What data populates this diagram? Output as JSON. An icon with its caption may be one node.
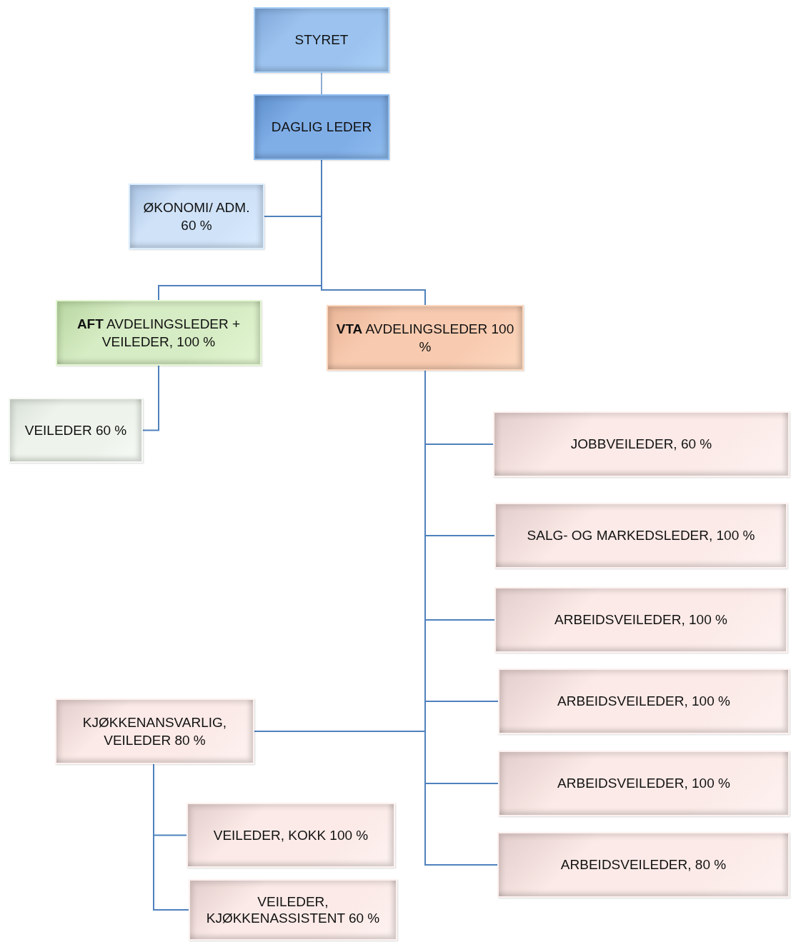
{
  "diagram": {
    "nodes": [
      {
        "text": [
          "STYRET"
        ]
      },
      {
        "text": [
          "DAGLIG LEDER"
        ]
      },
      {
        "text": [
          "ØKONOMI/ ADM. 60 %"
        ]
      },
      {
        "text": [
          "**AFT** AVDELINGSLEDER + VEILEDER, 100 %"
        ]
      },
      {
        "text": [
          "**VTA** AVDELINGSLEDER 100 %"
        ]
      },
      {
        "text": [
          "VEILEDER 60 %"
        ]
      },
      {
        "text": [
          "JOBBVEILEDER, 60 %"
        ]
      },
      {
        "text": [
          "SALG- OG MARKEDSLEDER, 100 %"
        ]
      },
      {
        "text": [
          "ARBEIDSVEILEDER, 100 %"
        ]
      },
      {
        "text": [
          "ARBEIDSVEILEDER, 100 %"
        ]
      },
      {
        "text": [
          "ARBEIDSVEILEDER, 100 %"
        ]
      },
      {
        "text": [
          "ARBEIDSVEILEDER, 80 %"
        ]
      },
      {
        "text": [
          "KJØKKENANSVARLIG, VEILEDER 80 %"
        ]
      },
      {
        "text": [
          "VEILEDER, KOKK 100 %"
        ]
      },
      {
        "text": [
          "VEILEDER, KJØKKENASSISTENT 60 %"
        ]
      }
    ],
    "edges": [
      {
        "from": 0,
        "to": 1,
        "arrow": "none"
      },
      {
        "from": 1,
        "to": 2,
        "arrow": "none"
      },
      {
        "from": 1,
        "to": 3,
        "arrow": "none"
      },
      {
        "from": 1,
        "to": 4,
        "arrow": "none"
      },
      {
        "from": 3,
        "to": 5,
        "arrow": "none"
      },
      {
        "from": 4,
        "to": 6,
        "arrow": "none"
      },
      {
        "from": 4,
        "to": 7,
        "arrow": "none"
      },
      {
        "from": 4,
        "to": 8,
        "arrow": "none"
      },
      {
        "from": 4,
        "to": 9,
        "arrow": "none"
      },
      {
        "from": 4,
        "to": 10,
        "arrow": "none"
      },
      {
        "from": 4,
        "to": 11,
        "arrow": "none"
      },
      {
        "from": 4,
        "to": 12,
        "arrow": "none"
      },
      {
        "from": 12,
        "to": 13,
        "arrow": "none"
      },
      {
        "from": 12,
        "to": 14,
        "arrow": "none"
      }
    ]
  }
}
